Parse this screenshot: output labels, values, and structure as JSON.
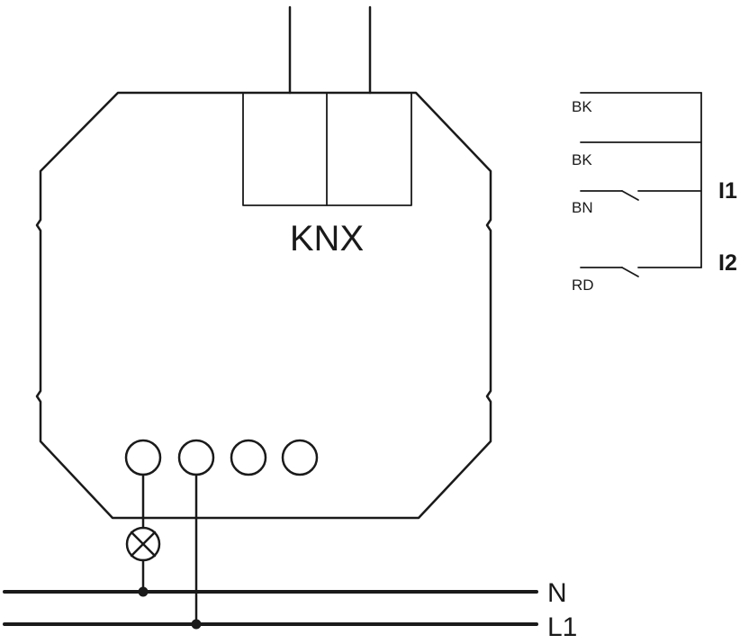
{
  "device": {
    "bus_label": "KNX"
  },
  "inputs": {
    "wires": [
      {
        "color_code": "BK"
      },
      {
        "color_code": "BK"
      },
      {
        "color_code": "BN"
      },
      {
        "color_code": "RD"
      }
    ],
    "channels": [
      {
        "label": "I1"
      },
      {
        "label": "I2"
      }
    ]
  },
  "supply": {
    "neutral_label": "N",
    "line_label": "L1"
  },
  "icons": {
    "load": "lamp-icon"
  }
}
